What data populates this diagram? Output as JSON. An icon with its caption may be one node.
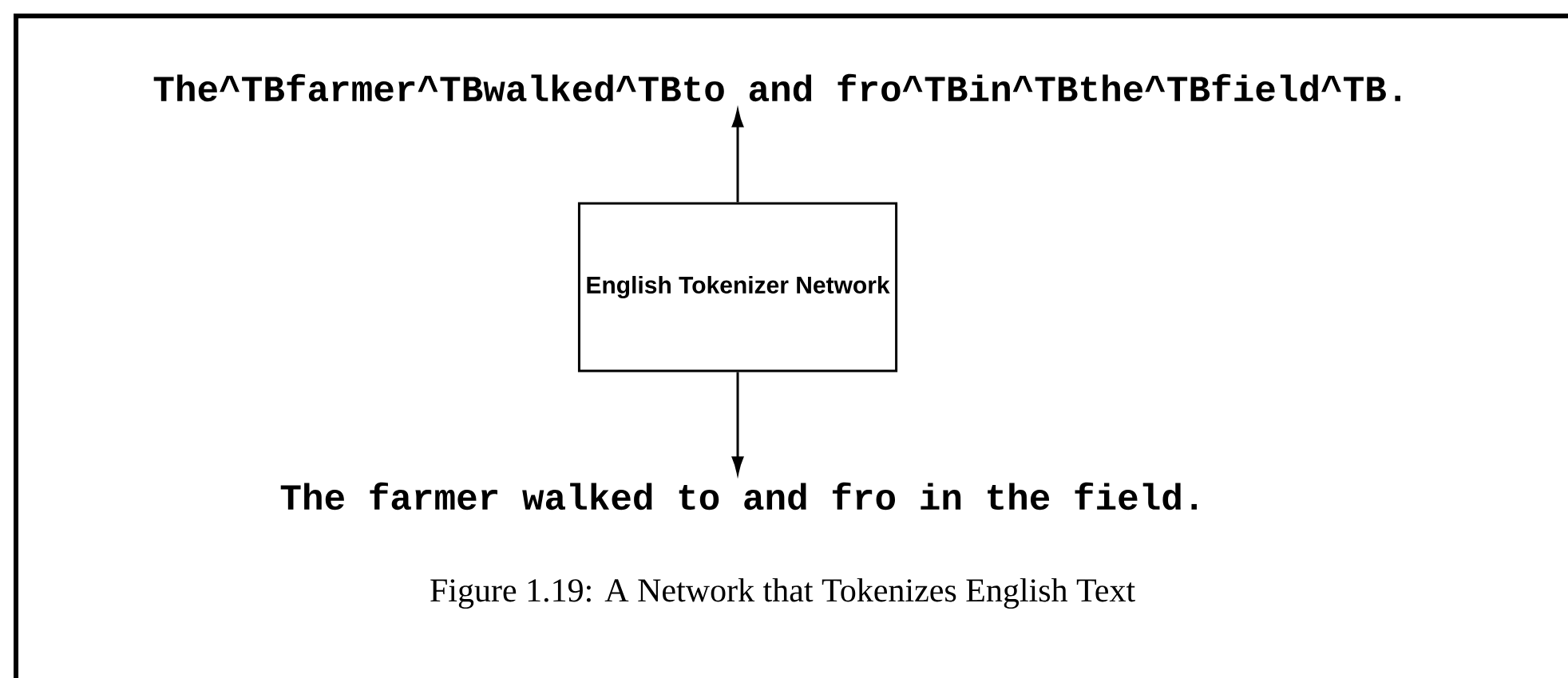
{
  "diagram": {
    "caption": "Figure 1.19: A Network that Tokenizes English Text",
    "nodes": [
      {
        "text": [
          "The^TBfarmer^TBwalked^TBto and fro^TBin^TBthe^TBfield^TB."
        ]
      },
      {
        "text": [
          "English Tokenizer Network"
        ]
      },
      {
        "text": [
          "The farmer walked to and fro in the field."
        ]
      }
    ],
    "edges": [
      {
        "from": 1,
        "to": 0,
        "arrow": "to"
      },
      {
        "from": 1,
        "to": 2,
        "arrow": "to"
      }
    ]
  }
}
